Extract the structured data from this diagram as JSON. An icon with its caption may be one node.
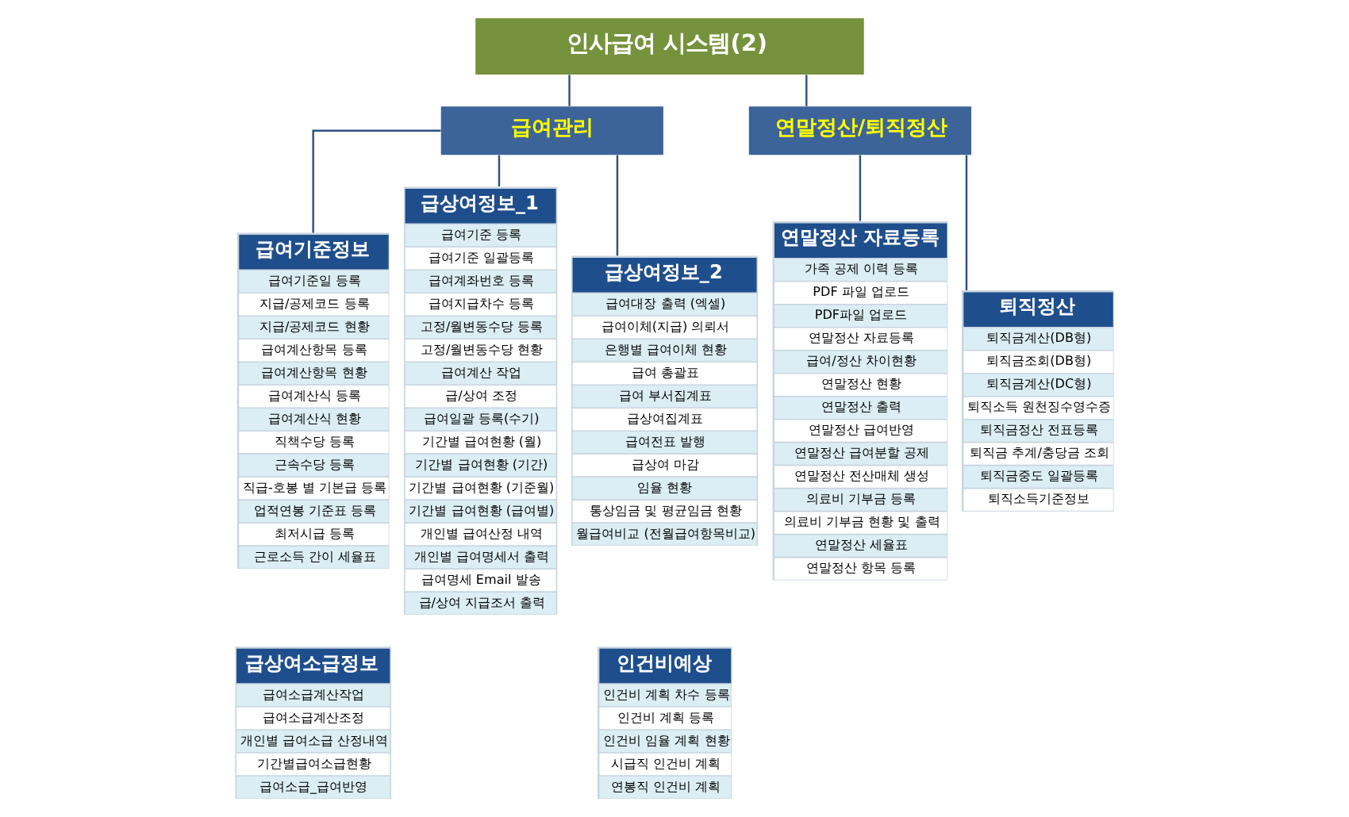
{
  "diagram": {
    "nodes": [
      {
        "text": [
          "인사급여 시스템(2)"
        ]
      },
      {
        "text": [
          "급여관리"
        ]
      },
      {
        "text": [
          "연말정산/퇴직정산"
        ]
      },
      {
        "text": [
          "급여기준정보",
          "급여기준일 등록",
          "지급/공제코드 등록",
          "지급/공제코드 현황",
          "급여계산항목 등록",
          "급여계산항목 현황",
          "급여계산식 등록",
          "급여계산식 현황",
          "직책수당 등록",
          "근속수당 등록",
          "직급-호봉 별 기본급 등록",
          "업적연봉 기준표 등록",
          "최저시급 등록",
          "근로소득 간이 세율표"
        ]
      },
      {
        "text": [
          "급상여정보_1",
          "급여기준 등록",
          "급여기준 일괄등록",
          "급여계좌번호 등록",
          "급여지급차수 등록",
          "고정/월변동수당 등록",
          "고정/월변동수당 현황",
          "급여계산 작업",
          "급/상여 조정",
          "급여일괄 등록(수기)",
          "기간별 급여현황 (월)",
          "기간별 급여현황 (기간)",
          "기간별 급여현황 (기준월)",
          "기간별 급여현황 (급여별)",
          "개인별 급여산정 내역",
          "개인별 급여명세서 출력",
          "급여명세 Email 발송",
          "급/상여 지급조서 출력"
        ]
      },
      {
        "text": [
          "급상여정보_2",
          "급여대장 출력 (엑셀)",
          "급여이체(지급) 의뢰서",
          "은행별 급여이체 현황",
          "급여 총괄표",
          "급여 부서집계표",
          "급상여집계표",
          "급여전표 발행",
          "급상여 마감",
          "임율 현황",
          "통상임금 및 평균임금 현황",
          "월급여비교 (전월급여항목비교)"
        ]
      },
      {
        "text": [
          "급상여소급정보",
          "급여소급계산작업",
          "급여소급계산조정",
          "개인별 급여소급 산정내역",
          "기간별급여소급현황",
          "급여소급_급여반영"
        ]
      },
      {
        "text": [
          "인건비예상",
          "인건비 계획 차수 등록",
          "인건비 계획 등록",
          "인건비 임율 계획 현황",
          "시급직 인건비 계획",
          "연봉직 인건비 계획"
        ]
      },
      {
        "text": [
          "연말정산 자료등록",
          "가족 공제 이력 등록",
          "PDF 파일 업로드",
          "PDF파일 업로드",
          "연말정산 자료등록",
          "급여/정산 차이현황",
          "연말정산 현황",
          "연말정산 출력",
          "연말정산 급여반영",
          "연말정산 급여분할 공제",
          "연말정산 전산매체 생성",
          "의료비 기부금 등록",
          "의료비 기부금 현황 및 출력",
          "연말정산 세율표",
          "연말정산 항목 등록"
        ]
      },
      {
        "text": [
          "퇴직정산",
          "퇴직금계산(DB형)",
          "퇴직금조회(DB형)",
          "퇴직금계산(DC형)",
          "퇴직소득 원천징수영수증",
          "퇴직금정산 전표등록",
          "퇴직금 추계/충당금 조회",
          "퇴직금중도 일괄등록",
          "퇴직소득기준정보"
        ]
      }
    ],
    "edges": [
      {
        "from": 0,
        "to": 1,
        "arrow": "none"
      },
      {
        "from": 0,
        "to": 2,
        "arrow": "none"
      },
      {
        "from": 1,
        "to": 3,
        "arrow": "none"
      },
      {
        "from": 1,
        "to": 4,
        "arrow": "none"
      },
      {
        "from": 1,
        "to": 5,
        "arrow": "none"
      },
      {
        "from": 2,
        "to": 8,
        "arrow": "none"
      },
      {
        "from": 2,
        "to": 9,
        "arrow": "none"
      }
    ]
  }
}
